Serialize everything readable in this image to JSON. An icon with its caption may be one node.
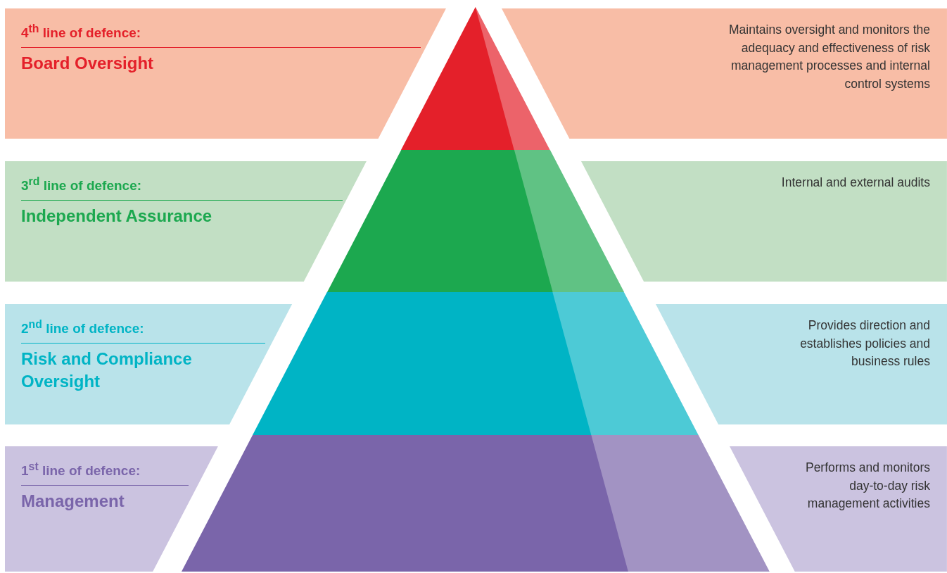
{
  "diagram": {
    "nodes": [
      {
        "text": [
          "4$^{th}$ line of defence:",
          "Board Oversight"
        ]
      },
      {
        "text": [],
        "shape": "triangle"
      },
      {
        "text": [
          "Maintains oversight and monitors the adequacy and effectiveness of risk management processes and internal control systems"
        ]
      },
      {
        "text": [
          "3$^{rd}$ line of defence:",
          "Independent Assurance"
        ]
      },
      {
        "text": [],
        "shape": "trapezoid"
      },
      {
        "text": [
          "Internal and external audits"
        ]
      },
      {
        "text": [
          "2$^{nd}$ line of defence:",
          "Risk and Compliance Oversight"
        ]
      },
      {
        "text": [],
        "shape": "trapezoid"
      },
      {
        "text": [
          "Provides direction and establishes policies and business rules"
        ]
      },
      {
        "text": [
          "1$^{st}$ line of defence:",
          "Management"
        ]
      },
      {
        "text": [],
        "shape": "trapezoid"
      },
      {
        "text": [
          "Performs and monitors day-to-day risk management activities"
        ]
      }
    ],
    "edges": []
  }
}
